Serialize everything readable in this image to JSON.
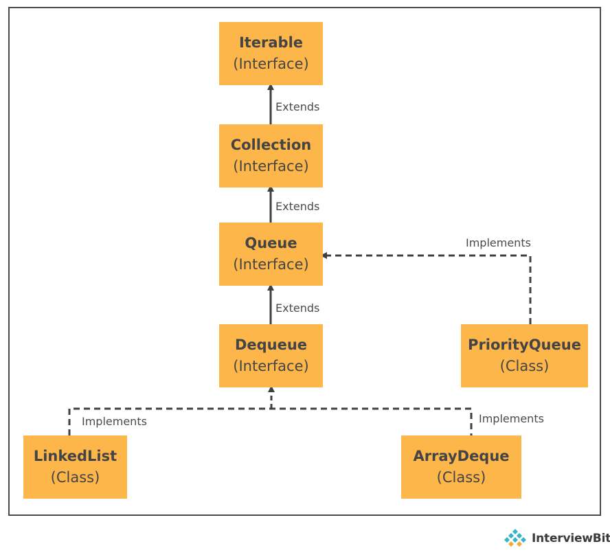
{
  "nodes": {
    "iterable": {
      "name": "Iterable",
      "kind": "(Interface)"
    },
    "collection": {
      "name": "Collection",
      "kind": "(Interface)"
    },
    "queue": {
      "name": "Queue",
      "kind": "(Interface)"
    },
    "dequeue": {
      "name": "Dequeue",
      "kind": "(Interface)"
    },
    "priorityqueue": {
      "name": "PriorityQueue",
      "kind": "(Class)"
    },
    "linkedlist": {
      "name": "LinkedList",
      "kind": "(Class)"
    },
    "arraydeque": {
      "name": "ArrayDeque",
      "kind": "(Class)"
    }
  },
  "edges": {
    "collection_iterable": "Extends",
    "queue_collection": "Extends",
    "dequeue_queue": "Extends",
    "priorityqueue_queue": "Implements",
    "linkedlist_dequeue": "Implements",
    "arraydeque_dequeue": "Implements"
  },
  "brand": {
    "name": "InterviewBit"
  },
  "colors": {
    "box": "#fdb64a",
    "line": "#3f3f3f",
    "text": "#444444"
  }
}
